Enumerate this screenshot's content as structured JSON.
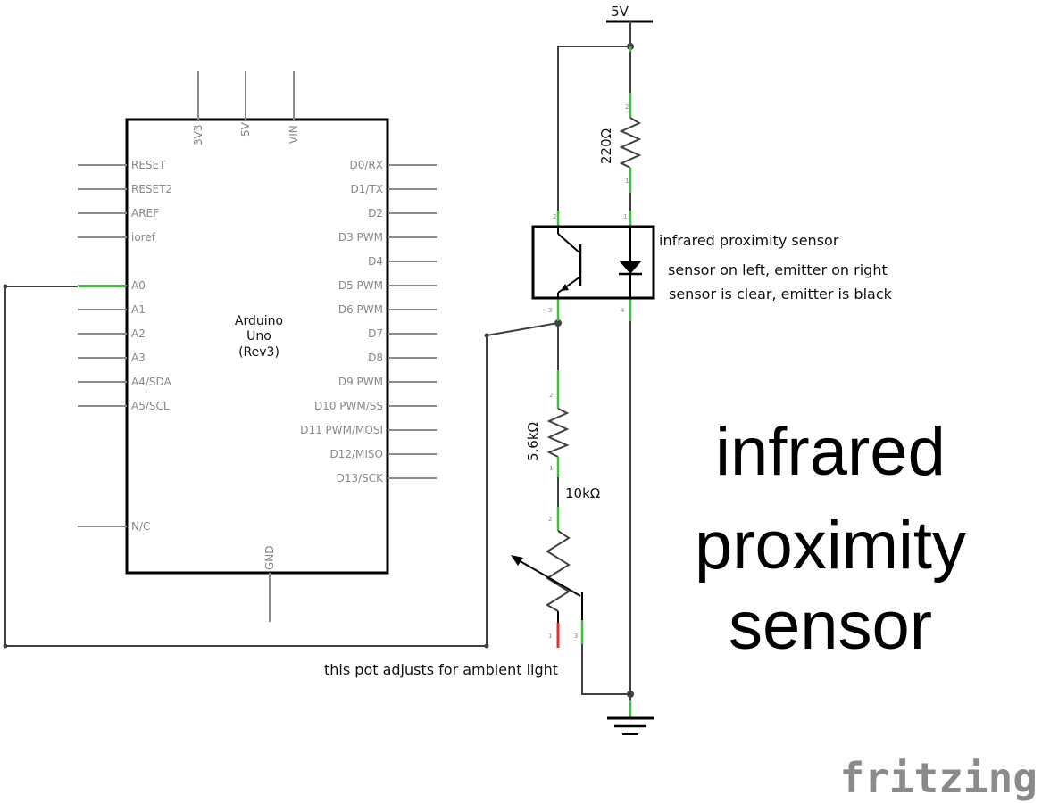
{
  "title_lines": [
    "infrared",
    "proximity",
    "sensor"
  ],
  "power_label": "5V",
  "arduino": {
    "name_lines": [
      "Arduino",
      "Uno",
      "(Rev3)"
    ],
    "top_pins": [
      "3V3",
      "5V",
      "VIN"
    ],
    "left_pins": [
      "RESET",
      "RESET2",
      "AREF",
      "ioref",
      "A0",
      "A1",
      "A2",
      "A3",
      "A4/SDA",
      "A5/SCL",
      "N/C"
    ],
    "right_pins": [
      "D0/RX",
      "D1/TX",
      "D2",
      "D3 PWM",
      "D4",
      "D5 PWM",
      "D6 PWM",
      "D7",
      "D8",
      "D9 PWM",
      "D10 PWM/SS",
      "D11 PWM/MOSI",
      "D12/MISO",
      "D13/SCK"
    ],
    "bottom_pin": "GND"
  },
  "components": {
    "r1_value": "220Ω",
    "r2_value": "5.6kΩ",
    "pot_value": "10kΩ",
    "sensor_title": "infrared proximity sensor",
    "sensor_note_1": "sensor on left, emitter on right",
    "sensor_note_2": "sensor is clear, emitter is black",
    "pot_note": "this pot adjusts for ambient light"
  },
  "pin_numbers": {
    "r1_top": "2",
    "r1_bottom": "1",
    "s_tl": "2",
    "s_tr": "1",
    "s_bl": "3",
    "s_br": "4",
    "r2_top": "2",
    "r2_bottom": "1",
    "pot_top": "2",
    "pot_left": "1",
    "pot_right": "3"
  },
  "brand": "fritzing",
  "colors": {
    "wire": "#404040",
    "connected": "#3fbf3f",
    "unconnected": "#e03030",
    "brand": "#8a8a8a"
  }
}
